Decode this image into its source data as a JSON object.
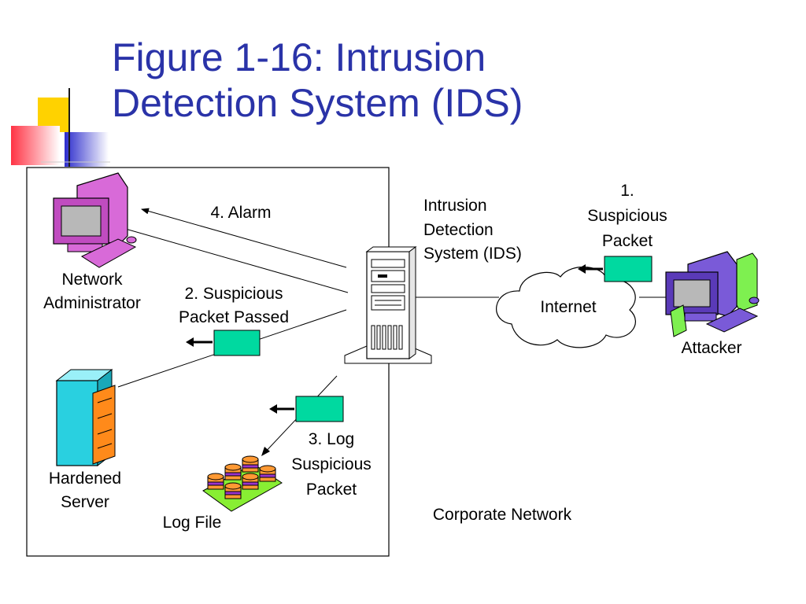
{
  "slide": {
    "title_line1": "Figure 1-16: Intrusion",
    "title_line2": "Detection System (IDS)"
  },
  "labels": {
    "network_admin": [
      "Network",
      "Administrator"
    ],
    "alarm": "4. Alarm",
    "suspicious_passed": [
      "2. Suspicious",
      "Packet Passed"
    ],
    "hardened_server": [
      "Hardened",
      "Server"
    ],
    "log_file": "Log File",
    "log_suspicious": [
      "3. Log",
      "Suspicious",
      "Packet"
    ],
    "ids": [
      "Intrusion",
      "Detection",
      "System (IDS)"
    ],
    "internet": "Internet",
    "suspicious_packet": [
      "1.",
      "Suspicious",
      "Packet"
    ],
    "attacker": "Attacker",
    "corporate_network": "Corporate Network"
  },
  "colors": {
    "title": "#2a33a8",
    "packet": "#00d9a0",
    "admin_pc": "#d86ad8",
    "server": "#29d0e0",
    "attacker_pc": "#7a5ad8",
    "attacker_tower": "#7ef050",
    "log_cylinder": "#ff9933",
    "log_cylinder_band": "#9933cc"
  }
}
